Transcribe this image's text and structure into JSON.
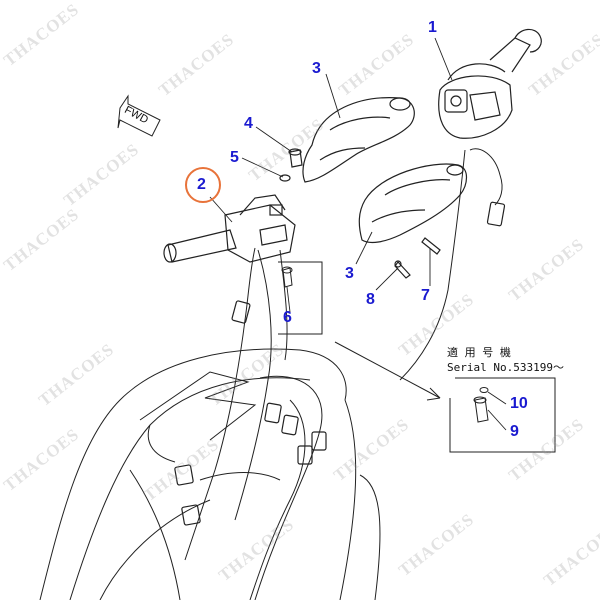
{
  "callouts": [
    {
      "id": "1",
      "text": "1"
    },
    {
      "id": "2",
      "text": "2"
    },
    {
      "id": "3a",
      "text": "3"
    },
    {
      "id": "3b",
      "text": "3"
    },
    {
      "id": "4",
      "text": "4"
    },
    {
      "id": "5",
      "text": "5"
    },
    {
      "id": "6",
      "text": "6"
    },
    {
      "id": "7",
      "text": "7"
    },
    {
      "id": "8",
      "text": "8"
    },
    {
      "id": "9",
      "text": "9"
    },
    {
      "id": "10",
      "text": "10"
    }
  ],
  "fwd_label": "FWD",
  "serial_note": {
    "line1": "適 用 号 機",
    "line2": "Serial No.533199～"
  },
  "watermark": "THACOES",
  "colors": {
    "callout": "#1a1ad0",
    "highlight_circle": "#e8733a",
    "line_art": "#222222"
  }
}
